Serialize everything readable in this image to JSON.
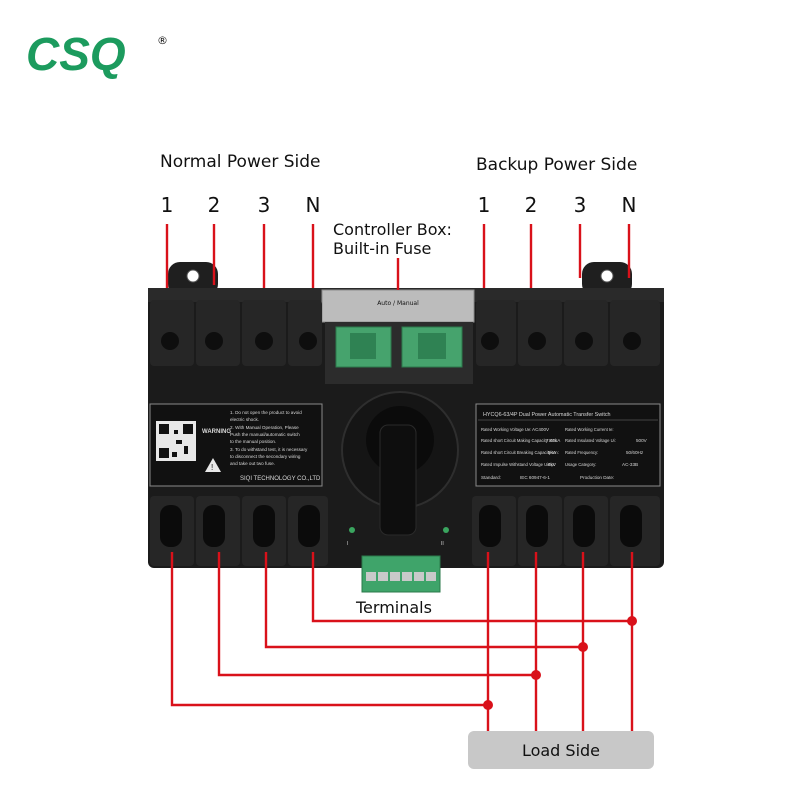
{
  "brand": {
    "logo_text": "CSQ",
    "registered_mark": "®",
    "color": "#1c9b5e"
  },
  "labels": {
    "normal_side": "Normal Power Side",
    "backup_side": "Backup Power Side",
    "controller_line1": "Controller Box:",
    "controller_line2": "Built-in Fuse",
    "terminals": "Terminals",
    "load_side": "Load Side"
  },
  "normal_poles": [
    "1",
    "2",
    "3",
    "N"
  ],
  "backup_poles": [
    "1",
    "2",
    "3",
    "N"
  ],
  "device": {
    "top_cover_text": "Auto / Manual",
    "warning_title": "WARNING",
    "warning_notes": [
      "1. Do not open the product to avoid",
      "electric shock.",
      "2. With Manual Operation, Please",
      "Push the manual/automatic switch",
      "to the manual position.",
      "3. To do withstand test, it is necessary",
      "to disconnect the secondary wiring",
      "and take out two fuse."
    ],
    "manufacturer": "SIQI TECHNOLOGY CO.,LTD",
    "spec_title": "HYCQ6-63/4P Dual Power Automatic Transfer Switch",
    "spec_rows": [
      [
        "Rated Working Voltage Ue:",
        "AC400V",
        "Rated Working Current Ie:",
        ""
      ],
      [
        "Rated short Circuit Making Capacity Icm:",
        "7.65kA",
        "Rated Insulated Voltage Ui:",
        "500V"
      ],
      [
        "Rated short Circuit Breaking Capacity Icn:",
        "5kA",
        "Rated Frequency:",
        "50/60Hz"
      ],
      [
        "Rated Impulse Withstand Voltage Uimp:",
        "6kV",
        "Usage Category:",
        "AC-33B"
      ],
      [
        "Standard:",
        "IEC 60947-6-1",
        "Production Date:",
        ""
      ]
    ],
    "indicator_left": "I",
    "indicator_right": "II"
  },
  "colors": {
    "wire": "#d9111a",
    "device_body": "#1b1b1b",
    "label_box": "#c8c8c8",
    "terminal_block": "#3fa46a"
  }
}
